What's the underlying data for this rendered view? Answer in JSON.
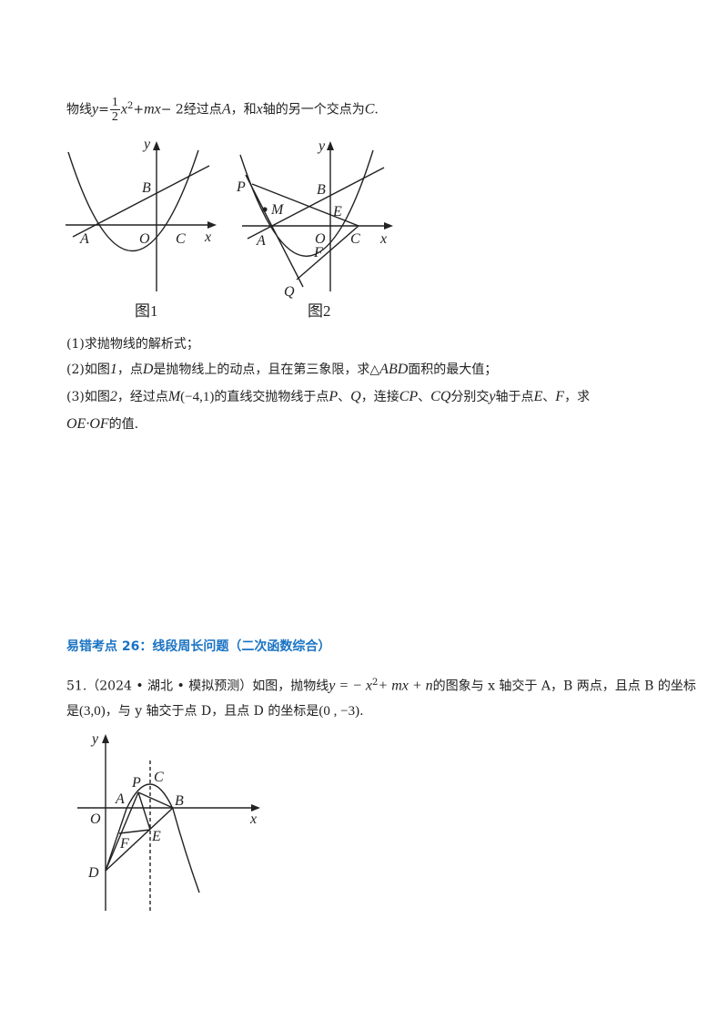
{
  "problem_top": {
    "line1": {
      "prefix": "物线",
      "y": "y",
      "eq": "=",
      "frac_num": "1",
      "frac_den": "2",
      "x": "x",
      "sup2": "2",
      "plus_mx": "+",
      "mx": "mx",
      "minus2": "− 2",
      "mid": "经过点",
      "A": "A",
      "mid2": "，和",
      "xaxis": "x",
      "mid3": "轴的另一个交点为",
      "C": "C",
      "end": "."
    },
    "fig1": {
      "caption": "图1",
      "labels": {
        "y": "y",
        "x": "x",
        "B": "B",
        "A": "A",
        "O": "O",
        "C": "C"
      }
    },
    "fig2": {
      "caption": "图2",
      "labels": {
        "y": "y",
        "x": "x",
        "P": "P",
        "M": "M",
        "B": "B",
        "E": "E",
        "A": "A",
        "O": "O",
        "F": "F",
        "C": "C",
        "Q": "Q"
      }
    },
    "q1": "(1)求抛物线的解析式；",
    "q2": {
      "pre": "(2)如图",
      "one": "1",
      "mid": "，点",
      "D": "D",
      "mid2": "是抛物线上的动点，且在第三象限，求△",
      "ABD": "ABD",
      "end": "面积的最大值；"
    },
    "q3": {
      "pre": "(3)如图",
      "two": "2",
      "mid": "，经过点",
      "M": "M",
      "coord": "(−4,1)",
      "mid2": "的直线交抛物线于点",
      "P": "P",
      "sep1": "、",
      "Q": "Q",
      "mid3": "，连接",
      "CP": "CP",
      "sep2": "、",
      "CQ": "CQ",
      "mid4": "分别交",
      "y": "y",
      "mid5": "轴于点",
      "E": "E",
      "sep3": "、",
      "F": "F",
      "end": "，求"
    },
    "q3_line2": {
      "expr": "OE·OF",
      "end": "的值."
    }
  },
  "section_heading": "易错考点 26：线段周长问题（二次函数综合）",
  "problem_51": {
    "line1": {
      "num": "51.",
      "source": "（2024 • 湖北 • 模拟预测）如图，抛物线",
      "eq": "y = − x",
      "sup2": "2",
      "eq2": "+ mx + n",
      "mid": "的图象与 x 轴交于 A，B 两点，且点 B 的坐标"
    },
    "line2": {
      "pre": "是",
      "Bcoord": "(3,0)",
      "mid": "，与 y 轴交于点 D，且点 D 的坐标是",
      "Dcoord": "(0 , −3)",
      "end": "."
    },
    "fig": {
      "labels": {
        "y": "y",
        "x": "x",
        "P": "P",
        "C": "C",
        "A": "A",
        "B": "B",
        "O": "O",
        "F": "F",
        "E": "E",
        "D": "D"
      }
    }
  }
}
